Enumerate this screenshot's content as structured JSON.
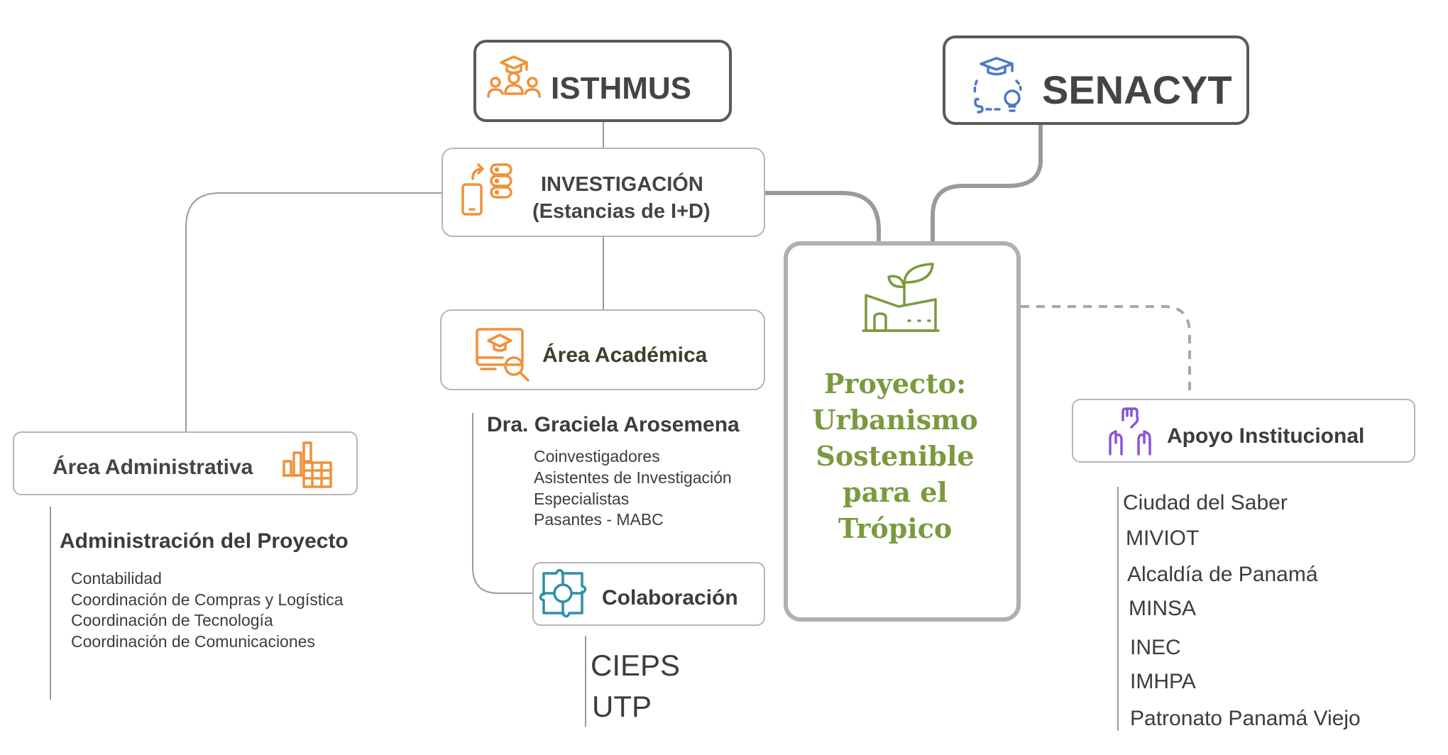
{
  "colors": {
    "orange": "#f0913a",
    "blue": "#4a78c7",
    "green": "#7a9a3d",
    "teal": "#2f8ea6",
    "purple": "#8a55d6",
    "border_dark": "#5a5a5a",
    "border_light": "#b5b5b5"
  },
  "isthmus": {
    "label": "ISTHMUS",
    "icon": "graduation-team-icon"
  },
  "senacyt": {
    "label": "SENACYT",
    "icon": "graduation-cycle-idea-icon"
  },
  "investigacion": {
    "line1": "INVESTIGACIÓN",
    "line2": "(Estancias de I+D)",
    "icon": "phone-database-sync-icon"
  },
  "area_academica": {
    "label": "Área Académica",
    "icon": "elearning-search-icon",
    "head": "Dra. Graciela Arosemena",
    "items": [
      "Coinvestigadores",
      "Asistentes de Investigación",
      "Especialistas",
      "Pasantes - MABC"
    ]
  },
  "colaboracion": {
    "label": "Colaboración",
    "icon": "puzzle-network-icon",
    "items": [
      "CIEPS",
      "UTP"
    ]
  },
  "area_administrativa": {
    "label": "Área Administrativa",
    "icon": "chart-calculator-icon",
    "head": "Administración del Proyecto",
    "items": [
      "Contabilidad",
      "Coordinación de Compras y Logística",
      "Coordinación de Tecnología",
      "Coordinación de Comunicaciones"
    ]
  },
  "proyecto": {
    "lines": [
      "Proyecto:",
      "Urbanismo",
      "Sostenible",
      "para el",
      "Trópico"
    ],
    "icon": "sprout-building-icon"
  },
  "apoyo": {
    "label": "Apoyo Institucional",
    "icon": "raised-hands-icon",
    "items": [
      "Ciudad del Saber",
      "MIVIOT",
      "Alcaldía de Panamá",
      "MINSA",
      "INEC",
      "IMHPA",
      "Patronato Panamá Viejo"
    ]
  }
}
